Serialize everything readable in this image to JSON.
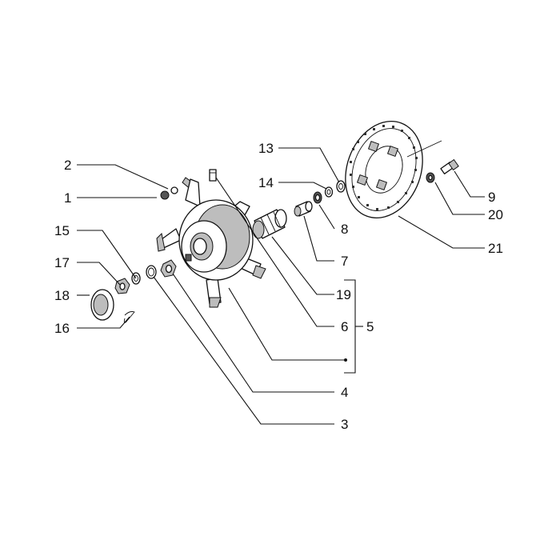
{
  "callouts": [
    {
      "id": "c1",
      "label": "1"
    },
    {
      "id": "c2",
      "label": "2"
    },
    {
      "id": "c3",
      "label": "3"
    },
    {
      "id": "c4",
      "label": "4"
    },
    {
      "id": "c5",
      "label": "5"
    },
    {
      "id": "c6",
      "label": "6"
    },
    {
      "id": "c7",
      "label": "7"
    },
    {
      "id": "c8",
      "label": "8"
    },
    {
      "id": "c9",
      "label": "9"
    },
    {
      "id": "c13",
      "label": "13"
    },
    {
      "id": "c14",
      "label": "14"
    },
    {
      "id": "c15",
      "label": "15"
    },
    {
      "id": "c16",
      "label": "16"
    },
    {
      "id": "c17",
      "label": "17"
    },
    {
      "id": "c18",
      "label": "18"
    },
    {
      "id": "c19",
      "label": "19"
    },
    {
      "id": "c20",
      "label": "20"
    },
    {
      "id": "c21",
      "label": "21"
    }
  ],
  "colors": {
    "line": "#111111",
    "shade": "#bdbdbd",
    "background": "#ffffff"
  }
}
